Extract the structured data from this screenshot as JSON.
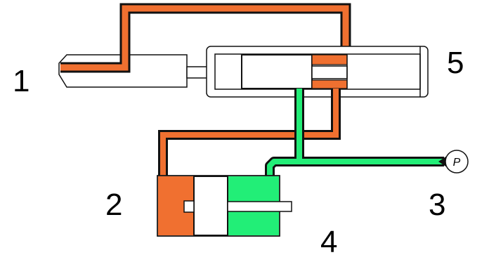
{
  "labels": {
    "n1": "1",
    "n2": "2",
    "n3": "3",
    "n4": "4",
    "n5": "5"
  },
  "gauge": {
    "label": "P",
    "icon": "pressure-gauge-icon"
  },
  "colors": {
    "pilot_line": "#f07030",
    "supply_line": "#22ee77",
    "outline": "#111111",
    "body_fill": "#ffffff"
  }
}
